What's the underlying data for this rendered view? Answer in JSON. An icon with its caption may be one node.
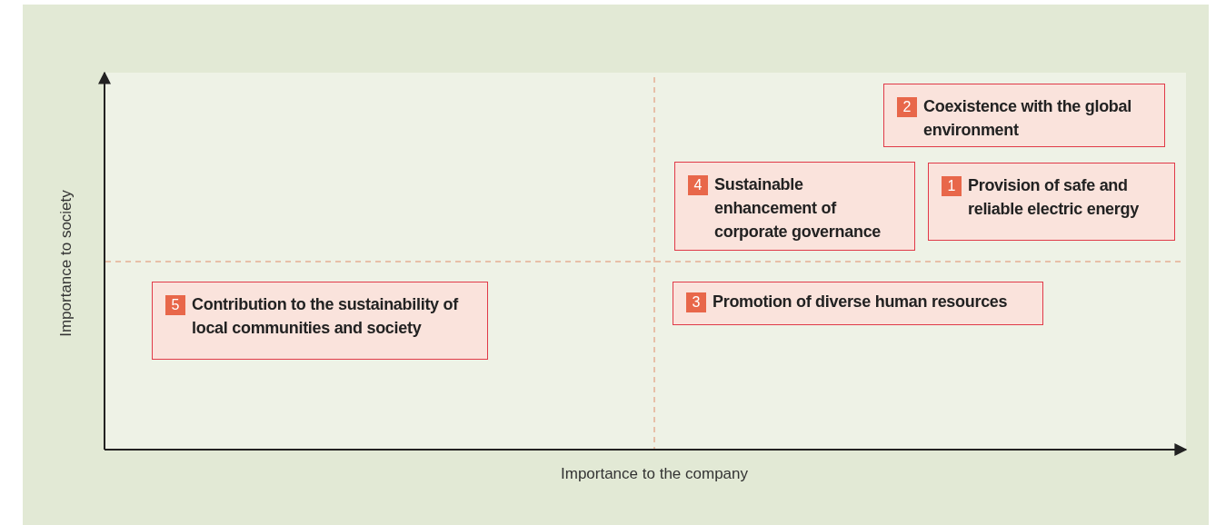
{
  "diagram": {
    "nodes": [
      {
        "text": [
          "2",
          "Coexistence with the global environment"
        ]
      },
      {
        "text": [
          "4",
          "Sustainable enhancement of corporate governance"
        ]
      },
      {
        "text": [
          "1",
          "Provision of safe and reliable electric energy"
        ]
      },
      {
        "text": [
          "5",
          "Contribution to the sustainability of local communities and society"
        ]
      },
      {
        "text": [
          "3",
          "Promotion of diverse human resources"
        ]
      }
    ],
    "labels": [
      "Importance to society",
      "Importance to the company"
    ]
  }
}
